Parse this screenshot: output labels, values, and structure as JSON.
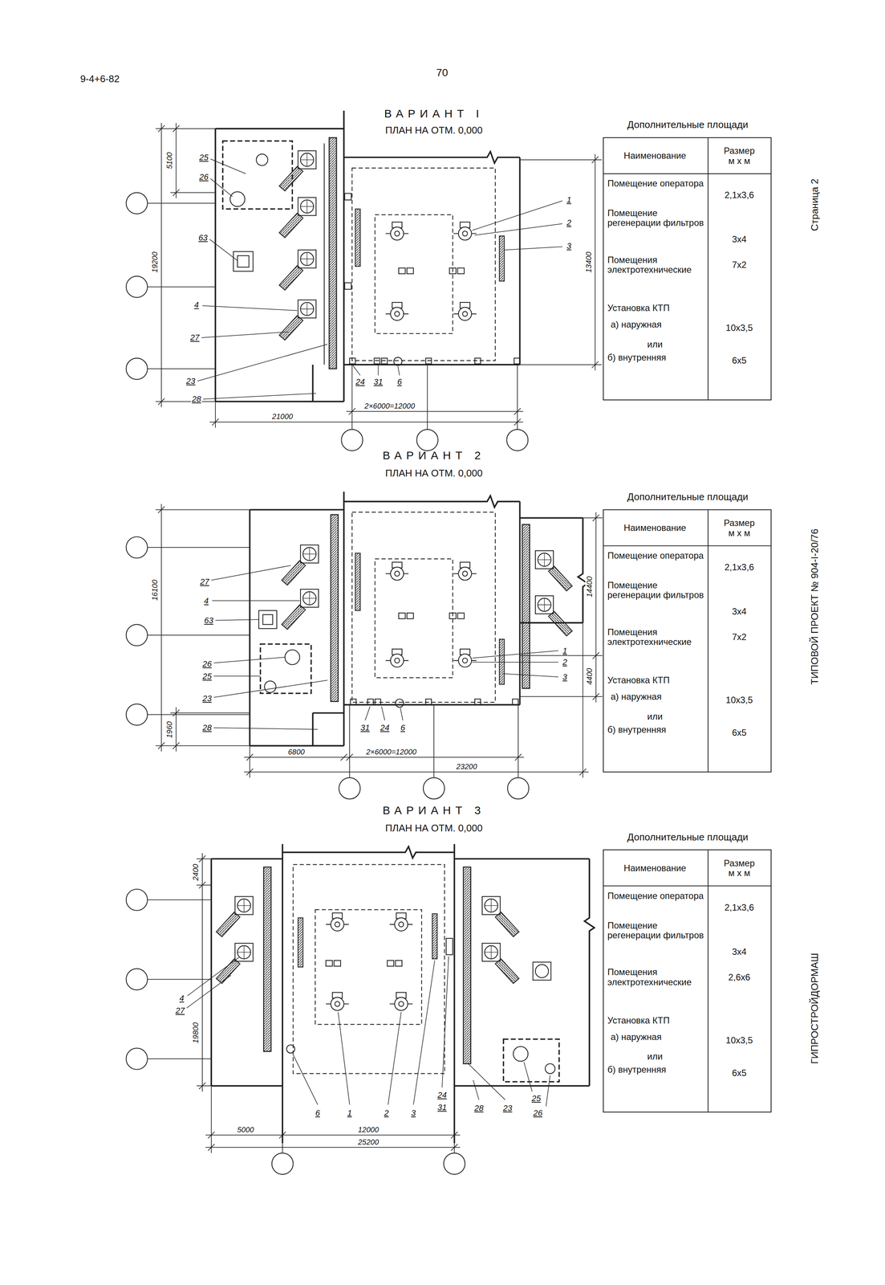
{
  "diagram": {
    "labels": [
      "9-4+6-82",
      "70",
      "Страница 2",
      "ТИПОВОЙ ПРОЕКТ № 904-I-20/76",
      "ГИПРОСТРОЙДОРМАШ",
      "ВАРИАНТ I",
      "ПЛАН НА ОТМ. 0,000",
      "5100",
      "19200",
      "13400",
      "2×6000=12000",
      "21000",
      "25",
      "26",
      "63",
      "4",
      "27",
      "23",
      "28",
      "1",
      "2",
      "3",
      "24",
      "31",
      "6",
      "Дополнительные площади",
      "Наименование",
      "Размер м х м",
      "Помещение оператора",
      "2,1х3,6",
      "Помещение регенерации фильтров",
      "3х4",
      "Помещения электротехнические",
      "7х2",
      "Установка КТП",
      "а) наружная",
      "10х3,5",
      "или",
      "б) внутренняя",
      "6х5",
      "ВАРИАНТ 2",
      "ПЛАН НА ОТМ. 0,000",
      "16100",
      "14400",
      "4400",
      "1960",
      "6800",
      "2×6000=12000",
      "23200",
      "27",
      "4",
      "63",
      "26",
      "25",
      "23",
      "28",
      "1",
      "2",
      "3",
      "31",
      "24",
      "6",
      "Дополнительные площади",
      "Наименование",
      "Размер м х м",
      "Помещение оператора",
      "2,1х3,6",
      "Помещение регенерации фильтров",
      "3х4",
      "Помещения электротехнические",
      "7х2",
      "Установка КТП",
      "а) наружная",
      "10х3,5",
      "или",
      "б) внутренняя",
      "6х5",
      "ВАРИАНТ 3",
      "ПЛАН НА ОТМ. 0,000",
      "2400",
      "19800",
      "5000",
      "12000",
      "25200",
      "4",
      "27",
      "6",
      "1",
      "2",
      "3",
      "24",
      "31",
      "28",
      "23",
      "25",
      "26",
      "Дополнительные площади",
      "Наименование",
      "Размер м х м",
      "Помещение оператора",
      "2,1х3,6",
      "Помещение регенерации фильтров",
      "3х4",
      "Помещения электротехнические",
      "2,6х6",
      "Установка КТП",
      "а) наружная",
      "10х3,5",
      "или",
      "б) внутренняя",
      "6х5"
    ]
  }
}
